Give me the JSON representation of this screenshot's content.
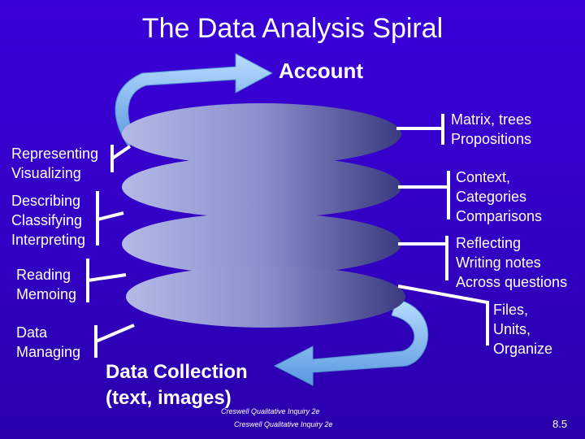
{
  "title": "The Data Analysis Spiral",
  "account": "Account",
  "left_labels": {
    "representing": [
      "Representing",
      "Visualizing"
    ],
    "describing": [
      "Describing",
      "Classifying",
      "Interpreting"
    ],
    "reading": [
      "Reading",
      "Memoing"
    ],
    "data_managing": [
      "Data",
      "Managing"
    ]
  },
  "right_labels": {
    "matrix": [
      "Matrix, trees",
      "Propositions"
    ],
    "context": [
      "Context,",
      "Categories",
      "Comparisons"
    ],
    "reflecting": [
      "Reflecting",
      "Writing notes",
      "Across questions"
    ],
    "files": [
      "Files,",
      "Units,",
      "Organize"
    ]
  },
  "data_collection": [
    "Data Collection",
    "(text, images)"
  ],
  "citation_1": "Creswell Qualitative Inquiry 2e",
  "citation_2": "Creswell Qualitative Inquiry 2e",
  "page_number": "8.5",
  "colors": {
    "background": "#3200c4",
    "ellipse_light": "#b8bde8",
    "ellipse_dark": "#33337a",
    "arrow": "#7ab8f0",
    "bracket": "#ffffff"
  }
}
